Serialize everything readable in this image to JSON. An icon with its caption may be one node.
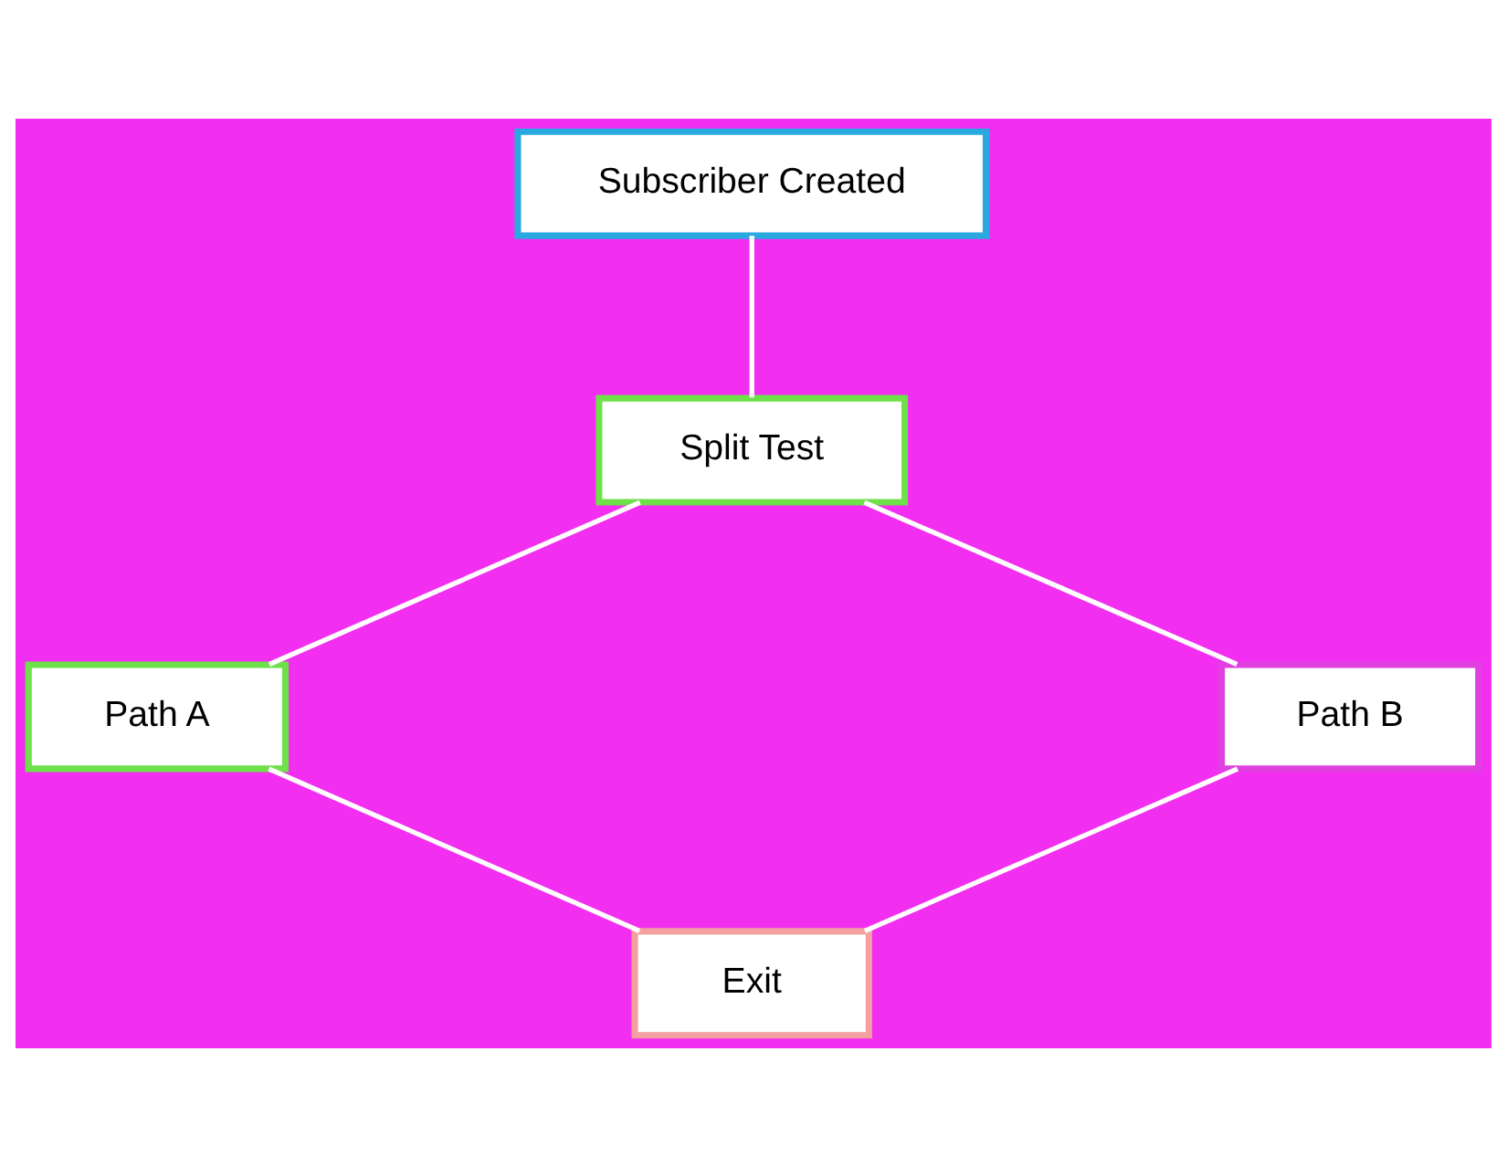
{
  "diagram": {
    "nodes": [
      {
        "text": [
          "Subscriber Created"
        ]
      },
      {
        "text": [
          "Split Test"
        ]
      },
      {
        "text": [
          "Path A"
        ]
      },
      {
        "text": [
          "Path B"
        ]
      },
      {
        "text": [
          "Exit"
        ]
      }
    ],
    "edges": [
      {
        "from": 0,
        "to": 1,
        "arrow": "none"
      },
      {
        "from": 1,
        "to": 2,
        "arrow": "none"
      },
      {
        "from": 1,
        "to": 3,
        "arrow": "none"
      },
      {
        "from": 2,
        "to": 4,
        "arrow": "none"
      },
      {
        "from": 3,
        "to": 4,
        "arrow": "none"
      }
    ]
  }
}
